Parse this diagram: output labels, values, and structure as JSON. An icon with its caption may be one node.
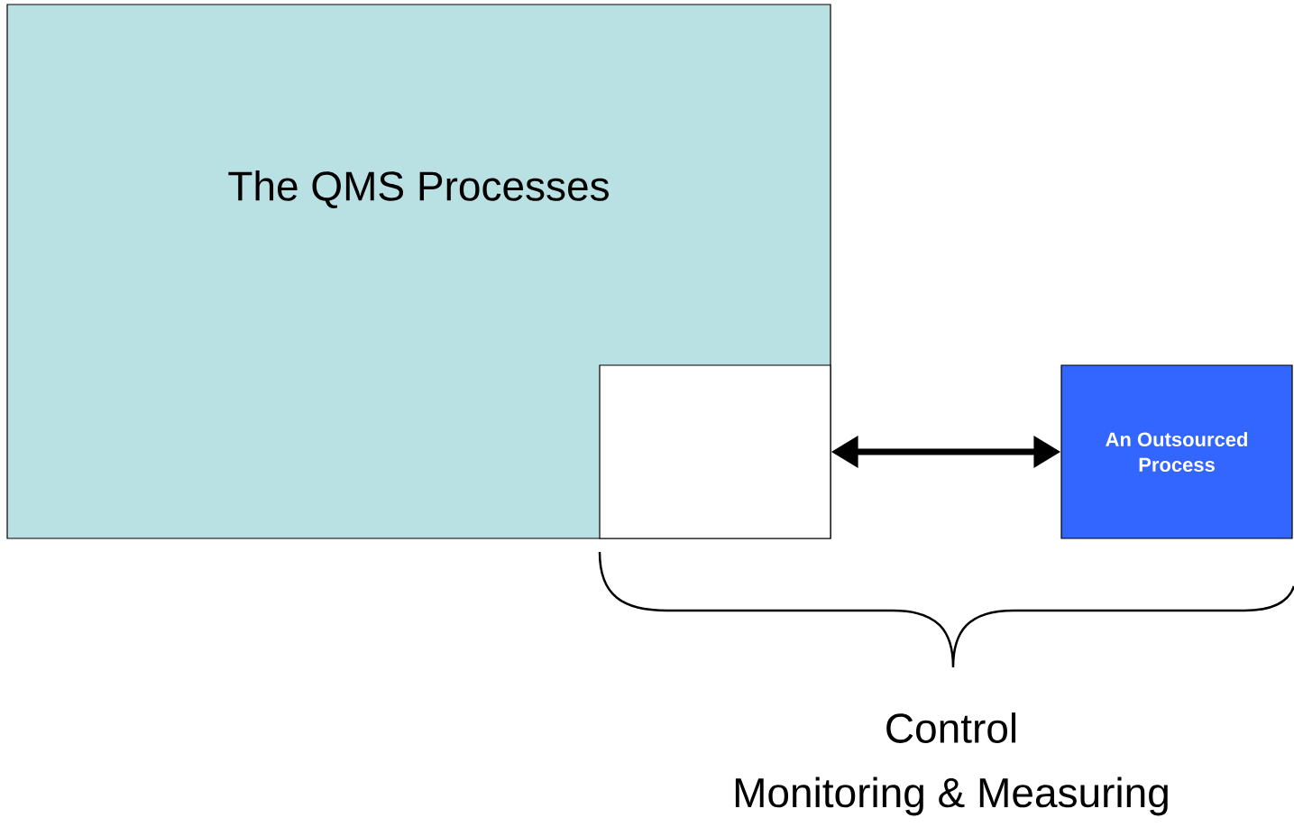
{
  "diagram": {
    "nodes": [
      {
        "text": [
          "The QMS Processes"
        ]
      },
      {
        "text": [],
        "shape": "box",
        "in": 0
      },
      {
        "text": [
          "An Outsourced Process"
        ]
      }
    ],
    "edges": [
      {
        "from": 1,
        "to": 2,
        "arrow": "both"
      }
    ],
    "labels": [
      "Control",
      "Monitoring & Measuring"
    ]
  }
}
